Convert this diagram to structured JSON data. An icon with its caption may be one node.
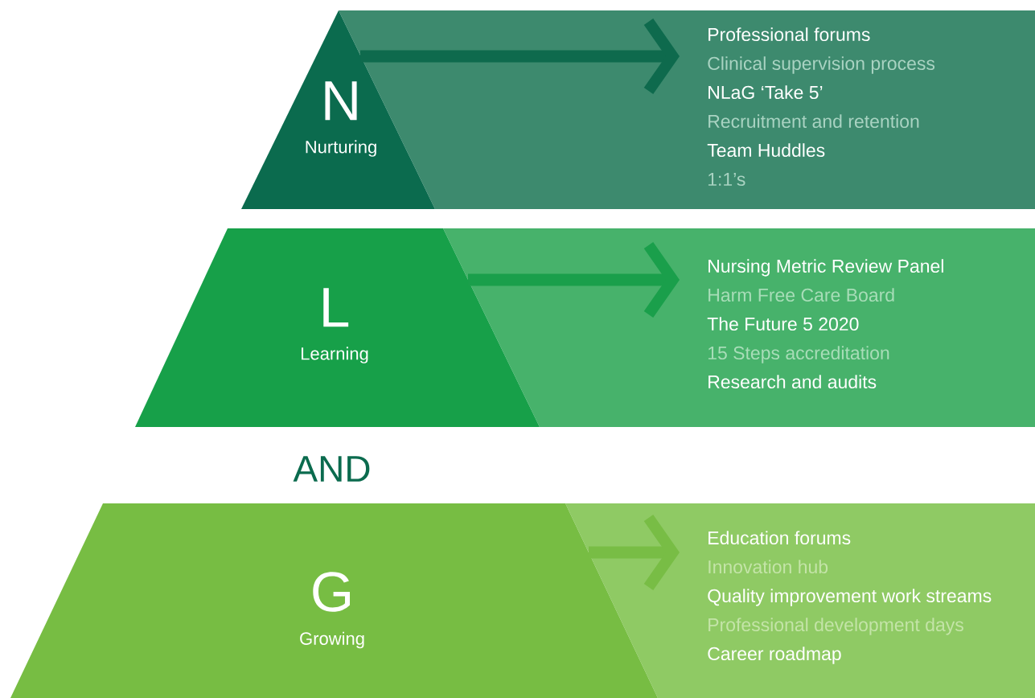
{
  "diagram": {
    "nodes": [
      {
        "text": [
          "N",
          "Nurturing"
        ]
      },
      {
        "text": [
          "Professional forums",
          "Clinical supervision process",
          "NLaG ‘Take 5’",
          "Recruitment and retention",
          "Team Huddles",
          "1:1’s"
        ]
      },
      {
        "text": [
          "L",
          "Learning"
        ]
      },
      {
        "text": [
          "Nursing Metric Review Panel",
          "Harm Free Care Board",
          "The Future 5 2020",
          "15 Steps accreditation",
          "Research and audits"
        ]
      },
      {
        "text": [
          "G",
          "Growing"
        ]
      },
      {
        "text": [
          "Education forums",
          "Innovation hub",
          "Quality improvement work streams",
          "Professional development days",
          "Career roadmap"
        ]
      }
    ],
    "edges": [
      {
        "from": 0,
        "to": 1,
        "arrow": "to",
        "color": "#0e6a4d"
      },
      {
        "from": 2,
        "to": 3,
        "arrow": "to",
        "color": "#1a9f4b"
      },
      {
        "from": 4,
        "to": 5,
        "arrow": "to",
        "color": "#78bd45"
      }
    ],
    "labels": [
      "AND"
    ]
  }
}
